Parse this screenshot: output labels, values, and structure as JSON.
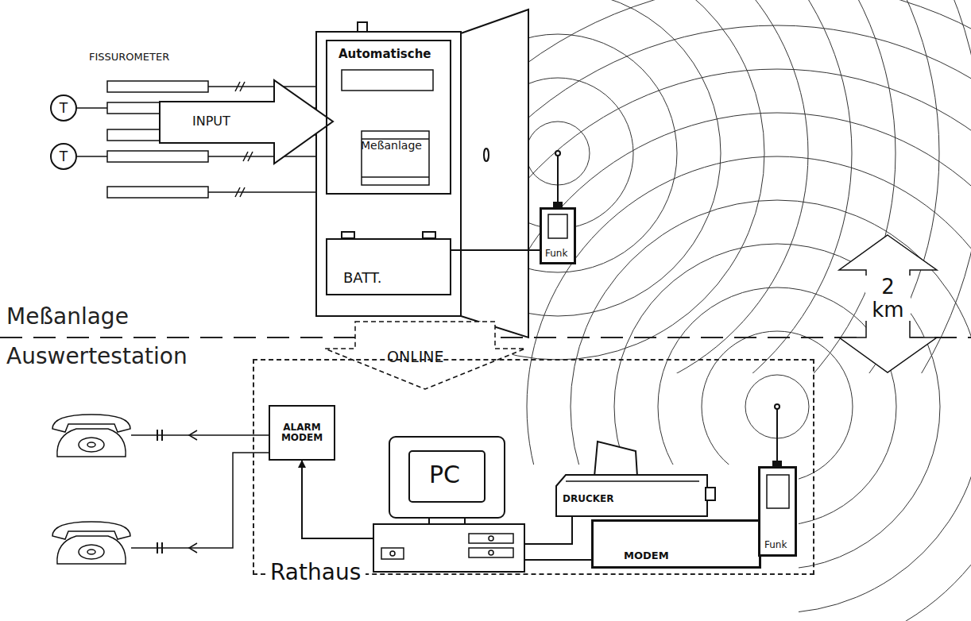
{
  "diagram": {
    "nodes": [
      {
        "text": [
          "T"
        ]
      },
      {
        "text": [
          "T"
        ]
      },
      {
        "text": [
          "INPUT"
        ]
      },
      {
        "text": [
          "Automatische",
          "Meßanlage"
        ]
      },
      {
        "text": [
          "BATT."
        ]
      },
      {
        "text": [
          "Funk"
        ]
      },
      {
        "text": [
          "ONLINE"
        ]
      },
      {
        "text": [
          "2 km"
        ]
      },
      {
        "text": [
          "Rathaus"
        ]
      },
      {
        "text": [
          "ALARM MODEM"
        ],
        "in": 8
      },
      {
        "text": [
          "PC"
        ],
        "in": 8
      },
      {
        "text": [
          "DRUCKER"
        ],
        "in": 8
      },
      {
        "text": [
          "MODEM"
        ],
        "in": 8
      },
      {
        "text": [
          "Funk"
        ],
        "in": 8
      }
    ],
    "edges": [
      {
        "from": 4,
        "to": 5,
        "arrow": "none"
      },
      {
        "from": 10,
        "to": 9,
        "arrow": "to"
      },
      {
        "from": 10,
        "to": 11,
        "arrow": "none"
      },
      {
        "from": 10,
        "to": 12,
        "arrow": "none"
      }
    ],
    "labels": [
      "FISSUROMETER",
      "Meßanlage",
      "Auswertestation"
    ]
  }
}
